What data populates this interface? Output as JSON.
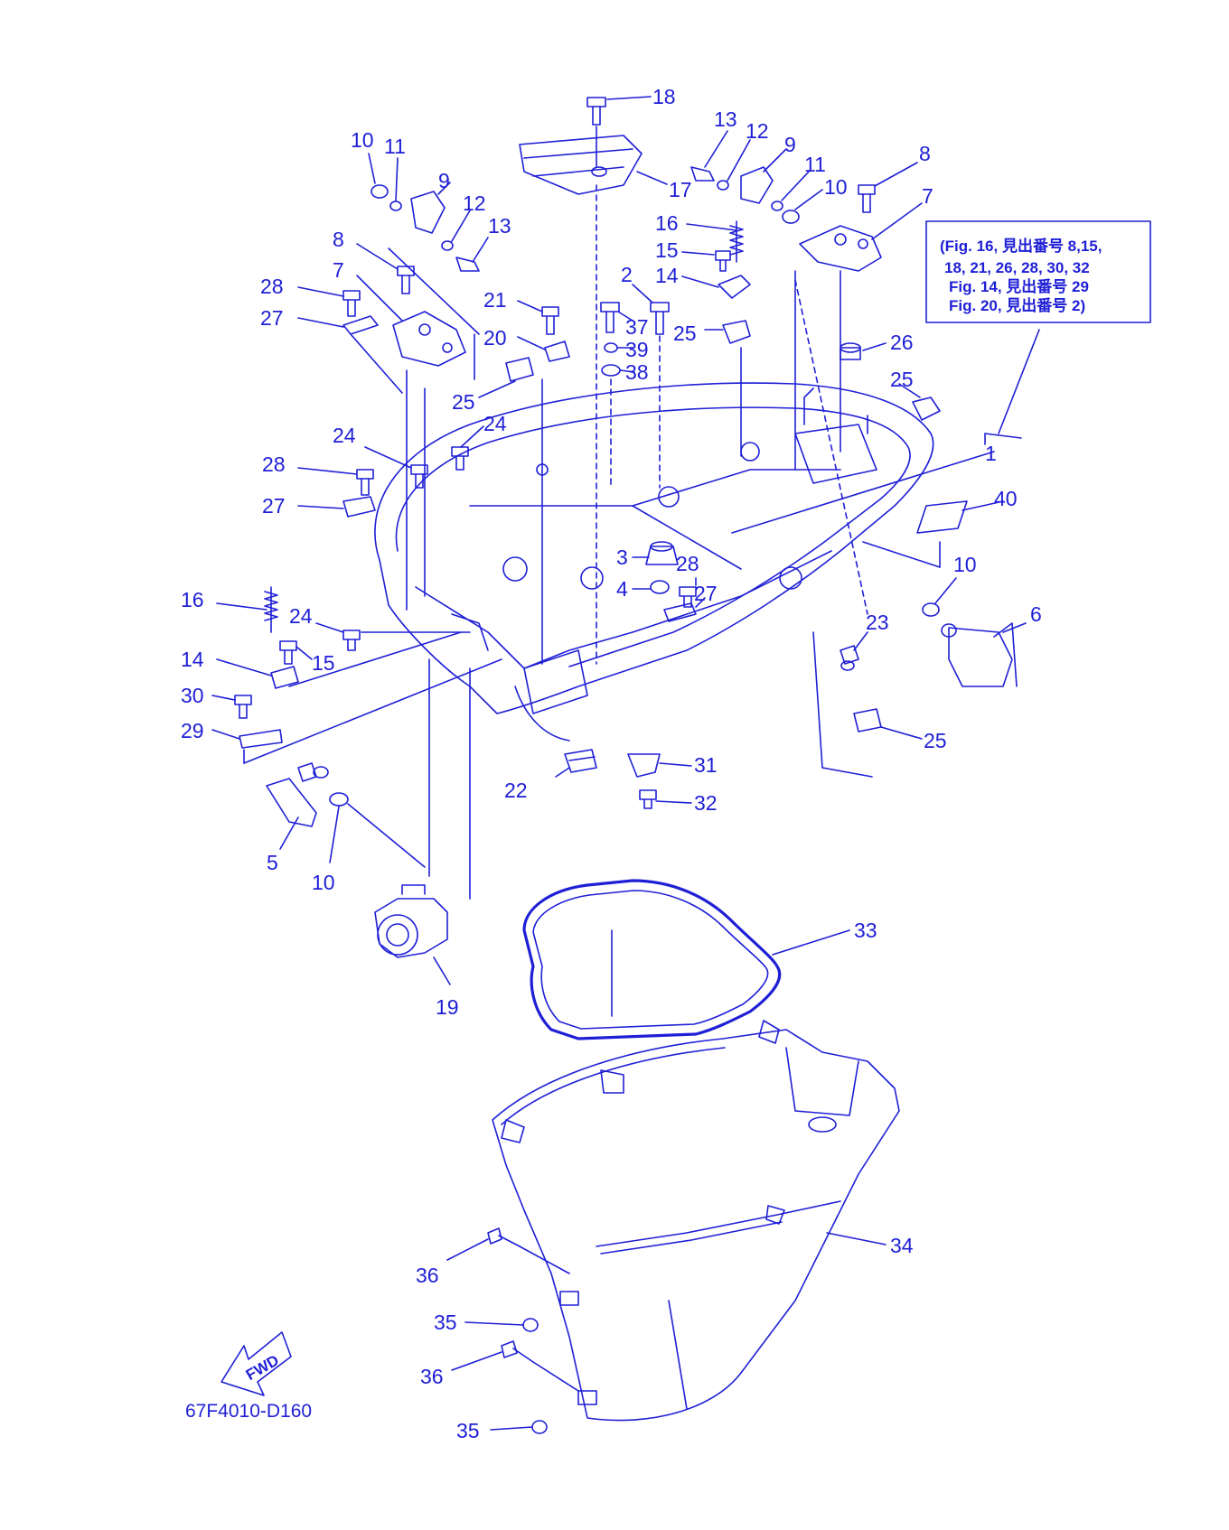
{
  "diagram_code": "67F4010-D160",
  "fwd_label": "FWD",
  "colors": {
    "line": "#1f1fd6",
    "background": "#ffffff"
  },
  "note_lines": [
    "(Fig. 16, 見出番号 8,15,",
    "18, 21, 26, 28, 30, 32",
    "Fig. 14, 見出番号 29",
    "Fig. 20, 見出番号 2)"
  ],
  "callouts": [
    {
      "id": "c18",
      "text": "18"
    },
    {
      "id": "c17",
      "text": "17"
    },
    {
      "id": "c13a",
      "text": "13"
    },
    {
      "id": "c12a",
      "text": "12"
    },
    {
      "id": "c9a",
      "text": "9"
    },
    {
      "id": "c11a",
      "text": "11"
    },
    {
      "id": "c10a",
      "text": "10"
    },
    {
      "id": "c8a",
      "text": "8"
    },
    {
      "id": "c7a",
      "text": "7"
    },
    {
      "id": "c16a",
      "text": "16"
    },
    {
      "id": "c15a",
      "text": "15"
    },
    {
      "id": "c14a",
      "text": "14"
    },
    {
      "id": "c26",
      "text": "26"
    },
    {
      "id": "c25a",
      "text": "25"
    },
    {
      "id": "c1",
      "text": "1"
    },
    {
      "id": "c40",
      "text": "40"
    },
    {
      "id": "c10b",
      "text": "10"
    },
    {
      "id": "c6",
      "text": "6"
    },
    {
      "id": "c23",
      "text": "23"
    },
    {
      "id": "c25b",
      "text": "25"
    },
    {
      "id": "c10c",
      "text": "10"
    },
    {
      "id": "c11b",
      "text": "11"
    },
    {
      "id": "c9b",
      "text": "9"
    },
    {
      "id": "c12b",
      "text": "12"
    },
    {
      "id": "c13b",
      "text": "13"
    },
    {
      "id": "c8b",
      "text": "8"
    },
    {
      "id": "c7b",
      "text": "7"
    },
    {
      "id": "c28a",
      "text": "28"
    },
    {
      "id": "c27a",
      "text": "27"
    },
    {
      "id": "c21",
      "text": "21"
    },
    {
      "id": "c20",
      "text": "20"
    },
    {
      "id": "c25c",
      "text": "25"
    },
    {
      "id": "c2",
      "text": "2"
    },
    {
      "id": "c37",
      "text": "37"
    },
    {
      "id": "c39",
      "text": "39"
    },
    {
      "id": "c38",
      "text": "38"
    },
    {
      "id": "c25d",
      "text": "25"
    },
    {
      "id": "c24a",
      "text": "24"
    },
    {
      "id": "c24b",
      "text": "24"
    },
    {
      "id": "c28b",
      "text": "28"
    },
    {
      "id": "c27b",
      "text": "27"
    },
    {
      "id": "c3",
      "text": "3"
    },
    {
      "id": "c28c",
      "text": "28"
    },
    {
      "id": "c4",
      "text": "4"
    },
    {
      "id": "c27c",
      "text": "27"
    },
    {
      "id": "c16b",
      "text": "16"
    },
    {
      "id": "c24c",
      "text": "24"
    },
    {
      "id": "c15b",
      "text": "15"
    },
    {
      "id": "c14b",
      "text": "14"
    },
    {
      "id": "c30",
      "text": "30"
    },
    {
      "id": "c29",
      "text": "29"
    },
    {
      "id": "c22",
      "text": "22"
    },
    {
      "id": "c31",
      "text": "31"
    },
    {
      "id": "c32",
      "text": "32"
    },
    {
      "id": "c5",
      "text": "5"
    },
    {
      "id": "c10d",
      "text": "10"
    },
    {
      "id": "c19",
      "text": "19"
    },
    {
      "id": "c33",
      "text": "33"
    },
    {
      "id": "c34",
      "text": "34"
    },
    {
      "id": "c36a",
      "text": "36"
    },
    {
      "id": "c35a",
      "text": "35"
    },
    {
      "id": "c36b",
      "text": "36"
    },
    {
      "id": "c35b",
      "text": "35"
    }
  ]
}
